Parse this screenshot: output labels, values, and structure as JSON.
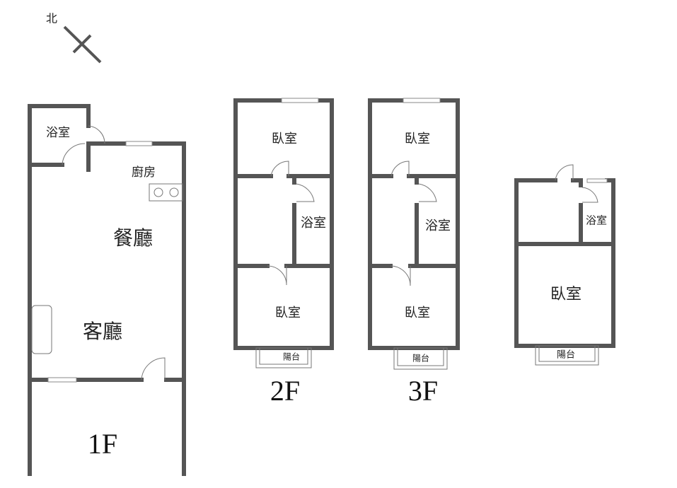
{
  "compass": {
    "north_label": "北"
  },
  "floors": {
    "f1": {
      "label": "1F",
      "rooms": {
        "bath": "浴室",
        "kitchen": "廚房",
        "dining": "餐廳",
        "living": "客廳"
      }
    },
    "f2": {
      "label": "2F",
      "rooms": {
        "bedroom_front": "臥室",
        "bath": "浴室",
        "bedroom_back": "臥室",
        "balcony": "陽台"
      }
    },
    "f3": {
      "label": "3F",
      "rooms": {
        "bedroom_front": "臥室",
        "bath": "浴室",
        "bedroom_back": "臥室",
        "balcony": "陽台"
      }
    },
    "f4": {
      "rooms": {
        "bath": "浴室",
        "bedroom": "臥室",
        "balcony": "陽台"
      }
    }
  },
  "colors": {
    "wall": "#555555"
  }
}
